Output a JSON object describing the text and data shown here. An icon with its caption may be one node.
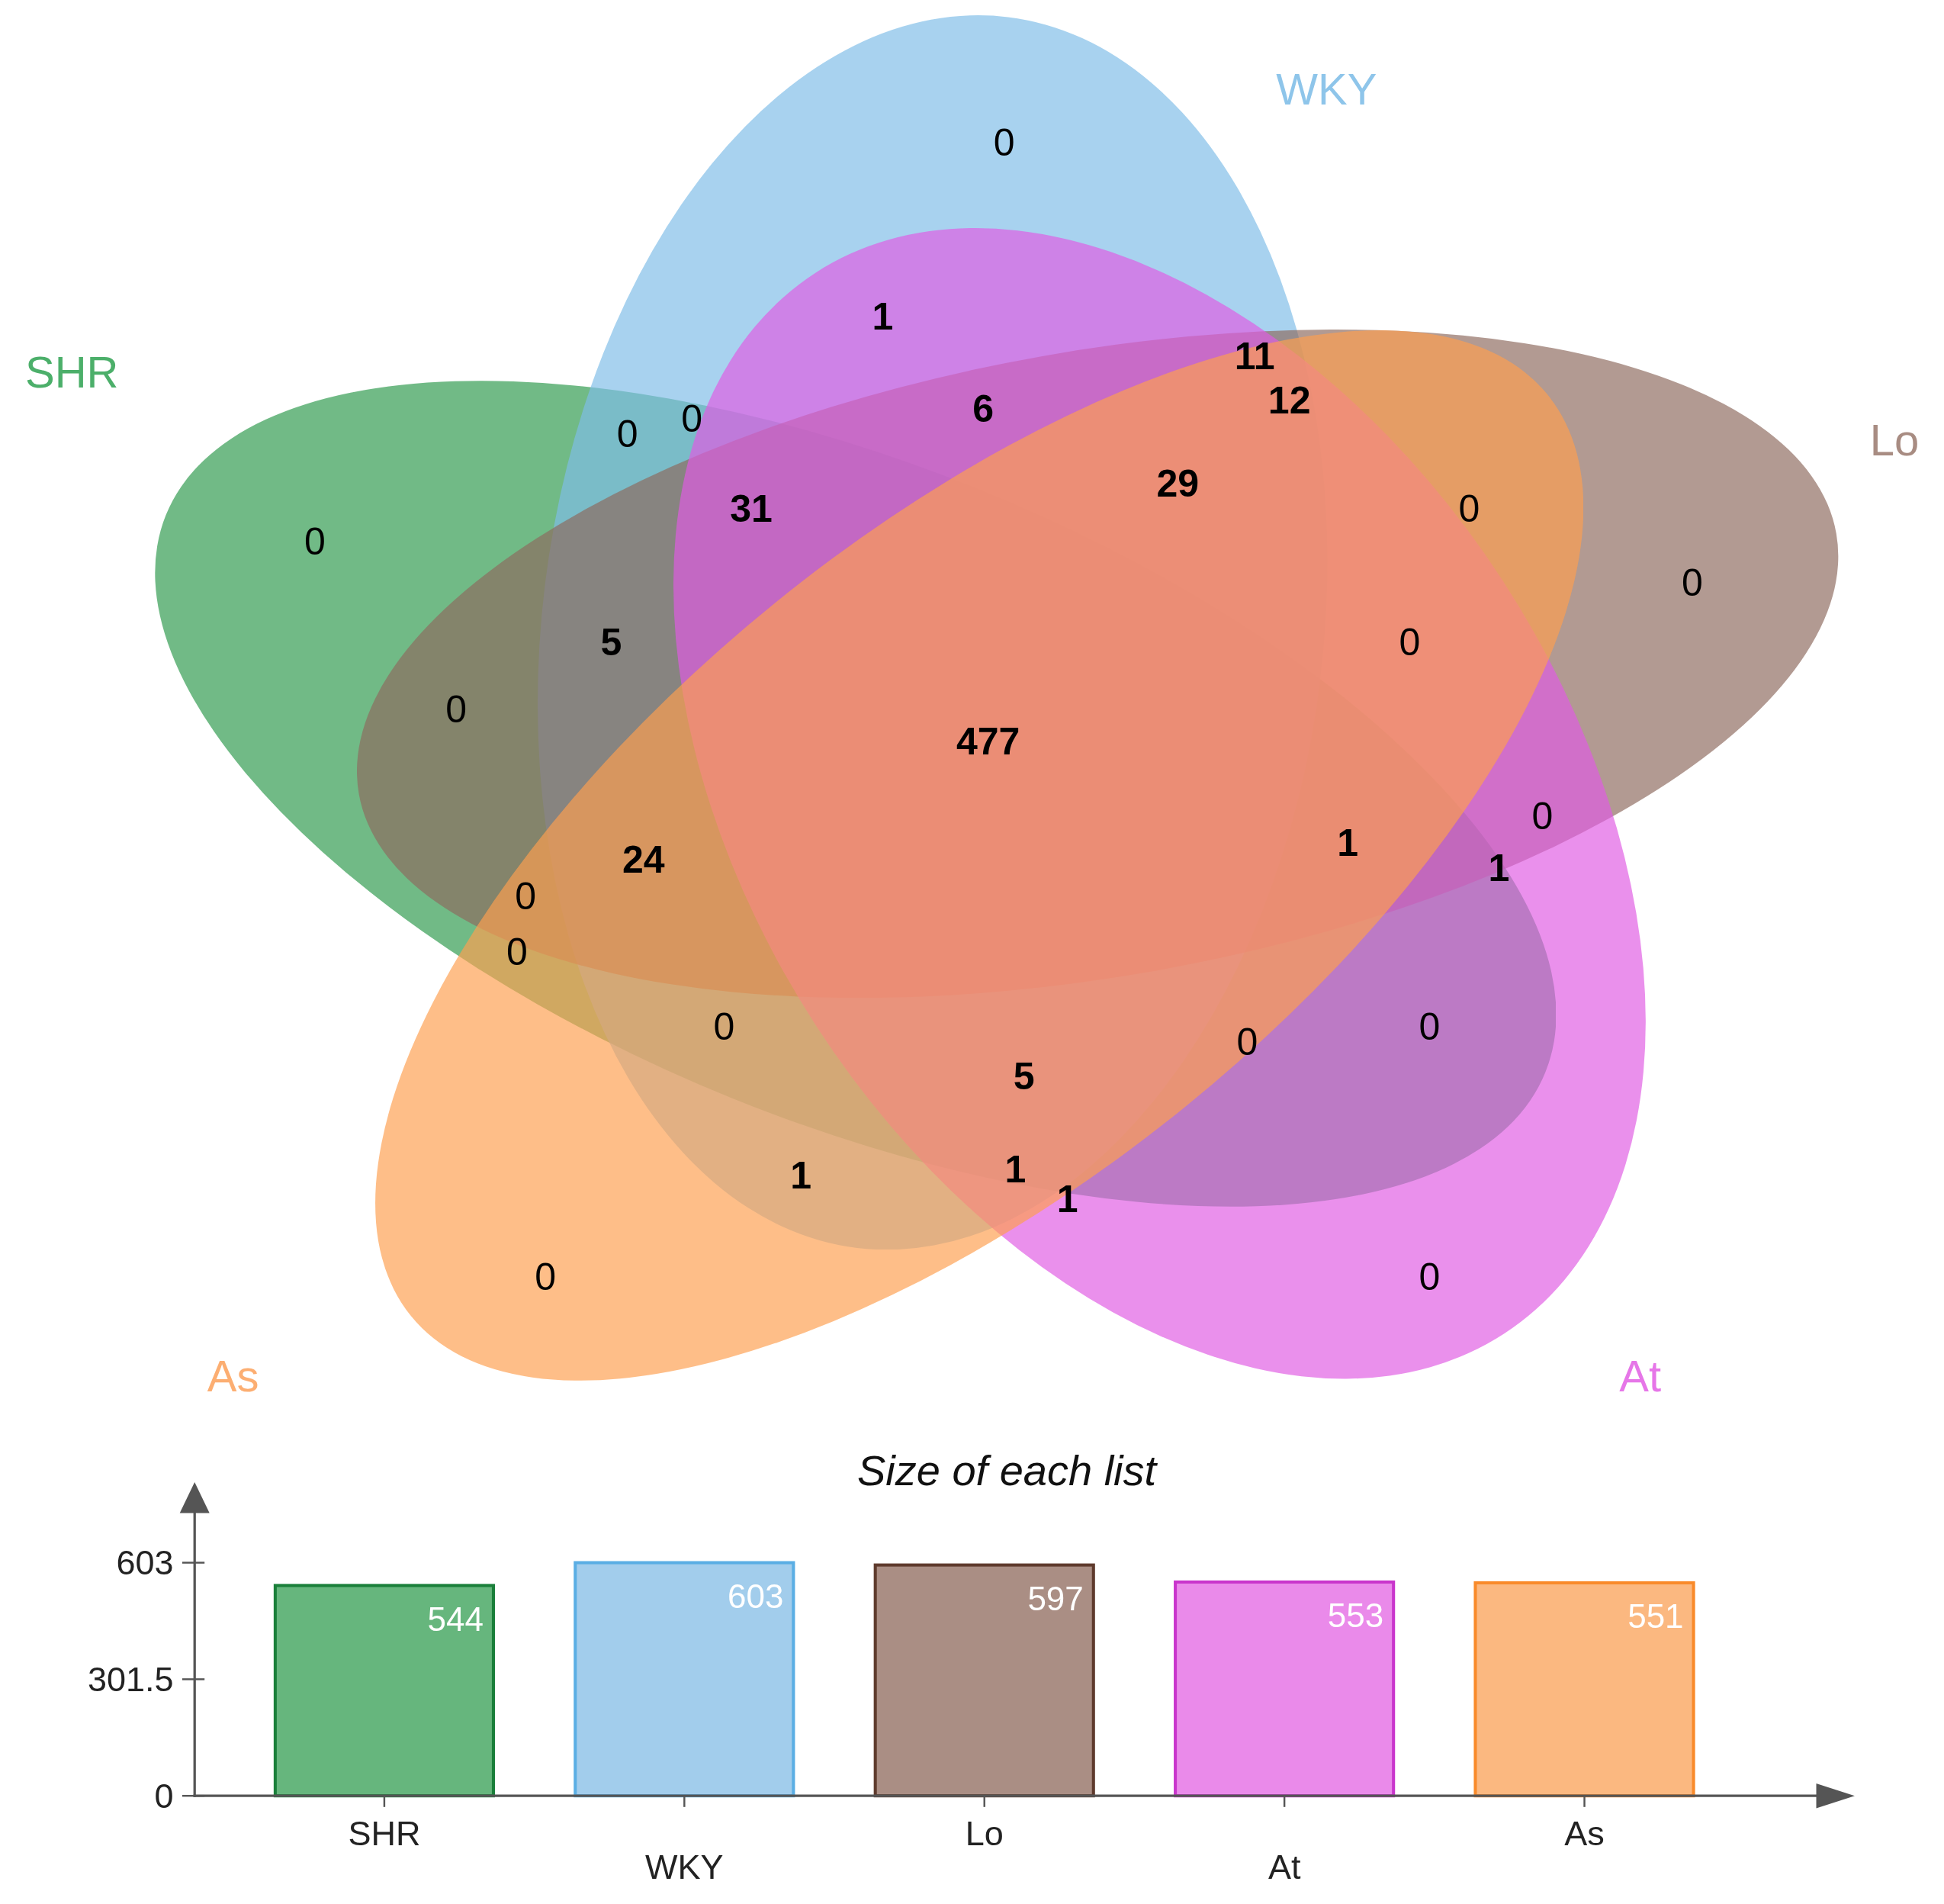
{
  "diagram": {
    "nodes": [
      {
        "text": [
          "SHR"
        ]
      },
      {
        "text": [
          "WKY"
        ]
      },
      {
        "text": [
          "Lo"
        ]
      },
      {
        "text": [
          "At"
        ]
      },
      {
        "text": [
          "As"
        ]
      }
    ],
    "labels": [
      "0",
      "1",
      "11",
      "12",
      "6",
      "0",
      "0",
      "31",
      "29",
      "0",
      "0",
      "0",
      "5",
      "0",
      "0",
      "477",
      "0",
      "1",
      "1",
      "24",
      "0",
      "0",
      "0",
      "0",
      "0",
      "5",
      "1",
      "1",
      "1",
      "0",
      "0"
    ],
    "chart_data": {
      "type": "bar",
      "title": "Size of each list",
      "categories": [
        "SHR",
        "WKY",
        "Lo",
        "At",
        "As"
      ],
      "values": [
        544,
        603,
        597,
        553,
        551
      ],
      "ylim": [
        0,
        603
      ],
      "yticks": [
        0,
        301.5,
        603
      ],
      "data_labels": true
    }
  }
}
